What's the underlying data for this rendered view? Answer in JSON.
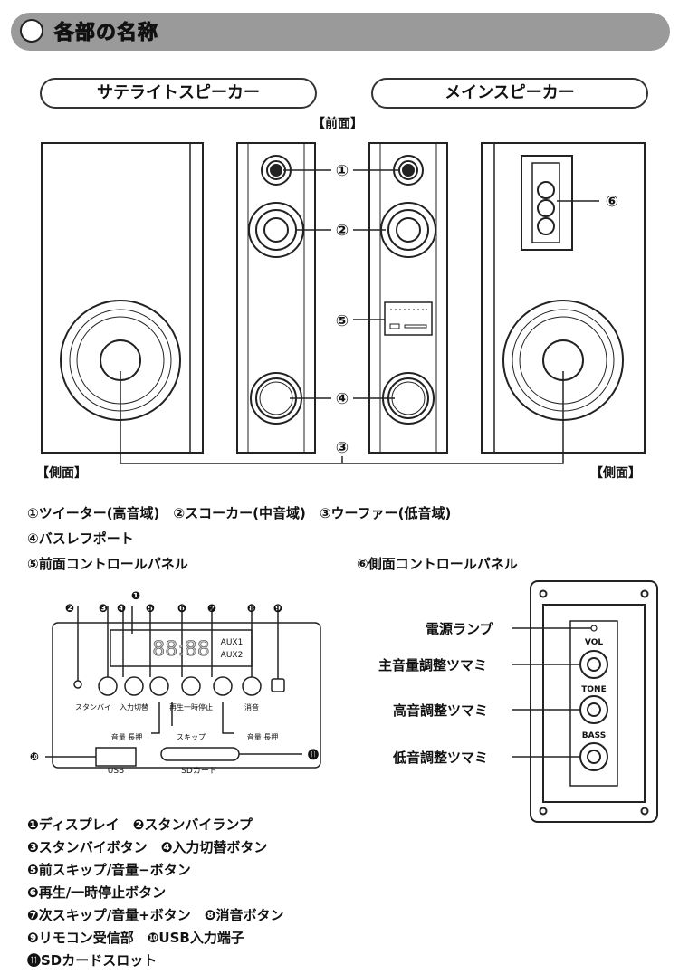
{
  "header": {
    "title": "各部の名称"
  },
  "speakers": {
    "satellite": "サテライトスピーカー",
    "main": "メインスピーカー"
  },
  "labels": {
    "front": "【前面】",
    "side_left": "【側面】",
    "side_right": "【側面】"
  },
  "callouts": {
    "c1": "①",
    "c2": "②",
    "c3": "③",
    "c4": "④",
    "c5": "⑤",
    "c6": "⑥"
  },
  "legend_speaker": [
    "①ツイーター(高音域)　②スコーカー(中音域)　③ウーファー(低音域)",
    "④バスレフポート",
    "⑤前面コントロールパネル"
  ],
  "side_panel": {
    "title": "⑥側面コントロールパネル",
    "items": [
      "電源ランプ",
      "主音量調整ツマミ",
      "高音調整ツマミ",
      "低音調整ツマミ"
    ],
    "knobs": [
      "VOL",
      "TONE",
      "BASS"
    ]
  },
  "front_panel": {
    "numbers": [
      "❶",
      "❷",
      "❸",
      "❹",
      "❺",
      "❻",
      "❼",
      "❽",
      "❾",
      "❿",
      "⓫"
    ],
    "display": {
      "aux1": "AUX1",
      "aux2": "AUX2",
      "digits": "88:88"
    },
    "buttons": {
      "standby": "スタンバイ",
      "input": "入力切替",
      "play": "再生一時停止",
      "mute": "消音",
      "skip": "スキップ",
      "vol_long": "音量 長押",
      "usb": "USB",
      "sd": "SDカード"
    }
  },
  "legend_panel": [
    "❶ディスプレイ　❷スタンバイランプ",
    "❸スタンバイボタン　❹入力切替ボタン",
    "❺前スキップ/音量−ボタン",
    "❻再生/一時停止ボタン",
    "❼次スキップ/音量+ボタン　❽消音ボタン",
    "❾リモコン受信部　❿USB入力端子",
    "⓫SDカードスロット"
  ]
}
